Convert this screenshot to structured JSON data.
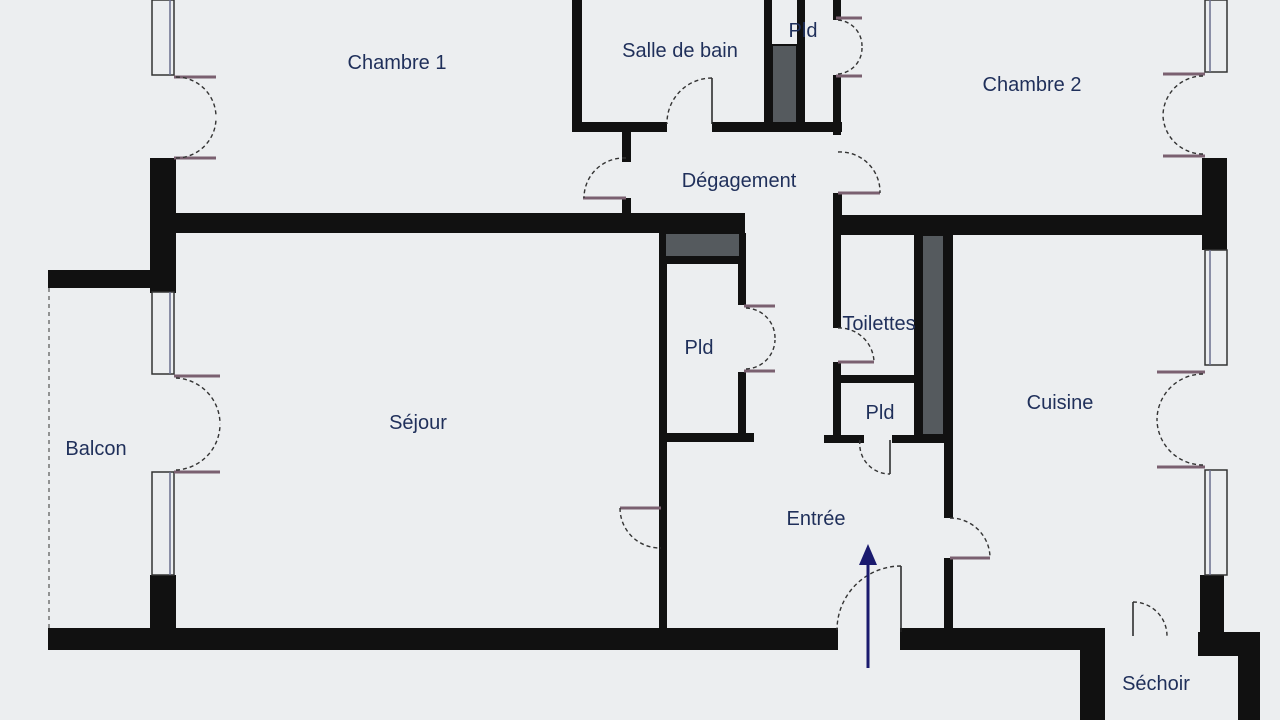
{
  "plan": {
    "rooms": {
      "chambre1": "Chambre 1",
      "salle_de_bain": "Salle de bain",
      "placard_bain": "Pld",
      "chambre2": "Chambre 2",
      "degagement": "Dégagement",
      "sejour": "Séjour",
      "placard_central": "Pld",
      "toilettes": "Toilettes",
      "placard_toilettes": "Pld",
      "cuisine": "Cuisine",
      "balcon": "Balcon",
      "entree": "Entrée",
      "sechoir": "Séchoir"
    },
    "colors": {
      "background": "#eceef0",
      "walls": "#111111",
      "labels": "#1f2f5a",
      "entry_arrow": "#1a1a6e"
    }
  }
}
